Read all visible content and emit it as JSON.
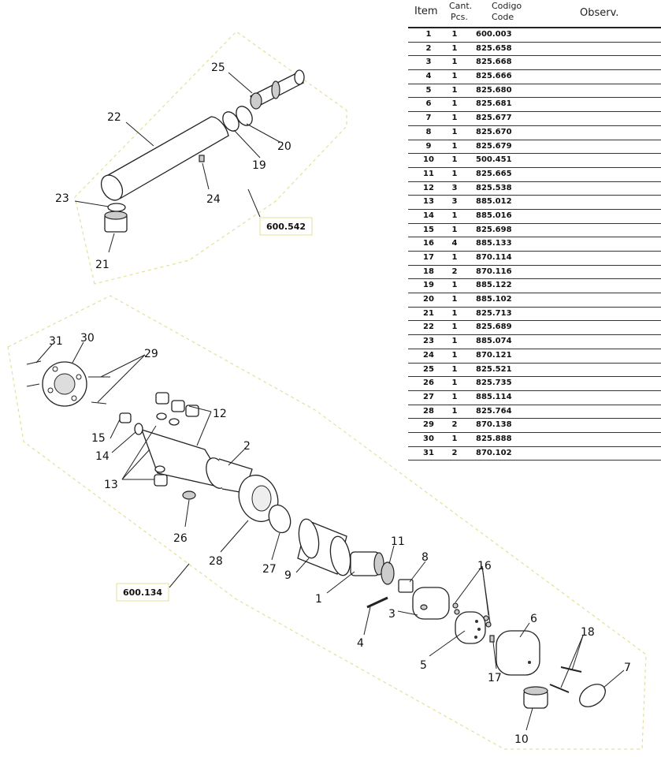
{
  "table": {
    "headers": {
      "item": "Item",
      "qty_line1": "Cant.",
      "qty_line2": "Pcs.",
      "code_line1": "Codigo",
      "code_line2": "Code",
      "observ": "Observ."
    },
    "rows": [
      {
        "item": "1",
        "qty": "1",
        "code": "600.003"
      },
      {
        "item": "2",
        "qty": "1",
        "code": "825.658"
      },
      {
        "item": "3",
        "qty": "1",
        "code": "825.668"
      },
      {
        "item": "4",
        "qty": "1",
        "code": "825.666"
      },
      {
        "item": "5",
        "qty": "1",
        "code": "825.680"
      },
      {
        "item": "6",
        "qty": "1",
        "code": "825.681"
      },
      {
        "item": "7",
        "qty": "1",
        "code": "825.677"
      },
      {
        "item": "8",
        "qty": "1",
        "code": "825.670"
      },
      {
        "item": "9",
        "qty": "1",
        "code": "825.679"
      },
      {
        "item": "10",
        "qty": "1",
        "code": "500.451"
      },
      {
        "item": "11",
        "qty": "1",
        "code": "825.665"
      },
      {
        "item": "12",
        "qty": "3",
        "code": "825.538"
      },
      {
        "item": "13",
        "qty": "3",
        "code": "885.012"
      },
      {
        "item": "14",
        "qty": "1",
        "code": "885.016"
      },
      {
        "item": "15",
        "qty": "1",
        "code": "825.698"
      },
      {
        "item": "16",
        "qty": "4",
        "code": "885.133"
      },
      {
        "item": "17",
        "qty": "1",
        "code": "870.114"
      },
      {
        "item": "18",
        "qty": "2",
        "code": "870.116"
      },
      {
        "item": "19",
        "qty": "1",
        "code": "885.122"
      },
      {
        "item": "20",
        "qty": "1",
        "code": "885.102"
      },
      {
        "item": "21",
        "qty": "1",
        "code": "825.713"
      },
      {
        "item": "22",
        "qty": "1",
        "code": "825.689"
      },
      {
        "item": "23",
        "qty": "1",
        "code": "885.074"
      },
      {
        "item": "24",
        "qty": "1",
        "code": "870.121"
      },
      {
        "item": "25",
        "qty": "1",
        "code": "825.521"
      },
      {
        "item": "26",
        "qty": "1",
        "code": "825.735"
      },
      {
        "item": "27",
        "qty": "1",
        "code": "885.114"
      },
      {
        "item": "28",
        "qty": "1",
        "code": "825.764"
      },
      {
        "item": "29",
        "qty": "2",
        "code": "870.138"
      },
      {
        "item": "30",
        "qty": "1",
        "code": "825.888"
      },
      {
        "item": "31",
        "qty": "2",
        "code": "870.102"
      }
    ]
  },
  "diagram": {
    "assemblies": {
      "upper": "600.542",
      "lower": "600.134"
    },
    "callouts": {
      "c1": "1",
      "c2": "2",
      "c3": "3",
      "c4": "4",
      "c5": "5",
      "c6": "6",
      "c7": "7",
      "c8": "8",
      "c9": "9",
      "c10": "10",
      "c11": "11",
      "c12": "12",
      "c13": "13",
      "c14": "14",
      "c15": "15",
      "c16": "16",
      "c17": "17",
      "c18": "18",
      "c19": "19",
      "c20": "20",
      "c21": "21",
      "c22": "22",
      "c23": "23",
      "c24": "24",
      "c25": "25",
      "c26": "26",
      "c27": "27",
      "c28": "28",
      "c29": "29",
      "c30": "30",
      "c31": "31"
    }
  }
}
